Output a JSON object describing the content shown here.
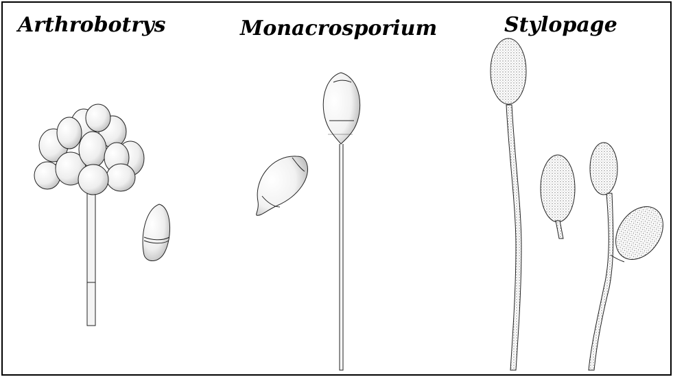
{
  "figure": {
    "labels": {
      "arthrobotrys": "Arthrobotrys",
      "monacrosporium": "Monacrosporium",
      "stylopage": "Stylopage"
    },
    "colors": {
      "ink": "#000000",
      "background": "#ffffff",
      "stipple": "#cfcfcf",
      "light_stipple": "#ececec"
    }
  }
}
